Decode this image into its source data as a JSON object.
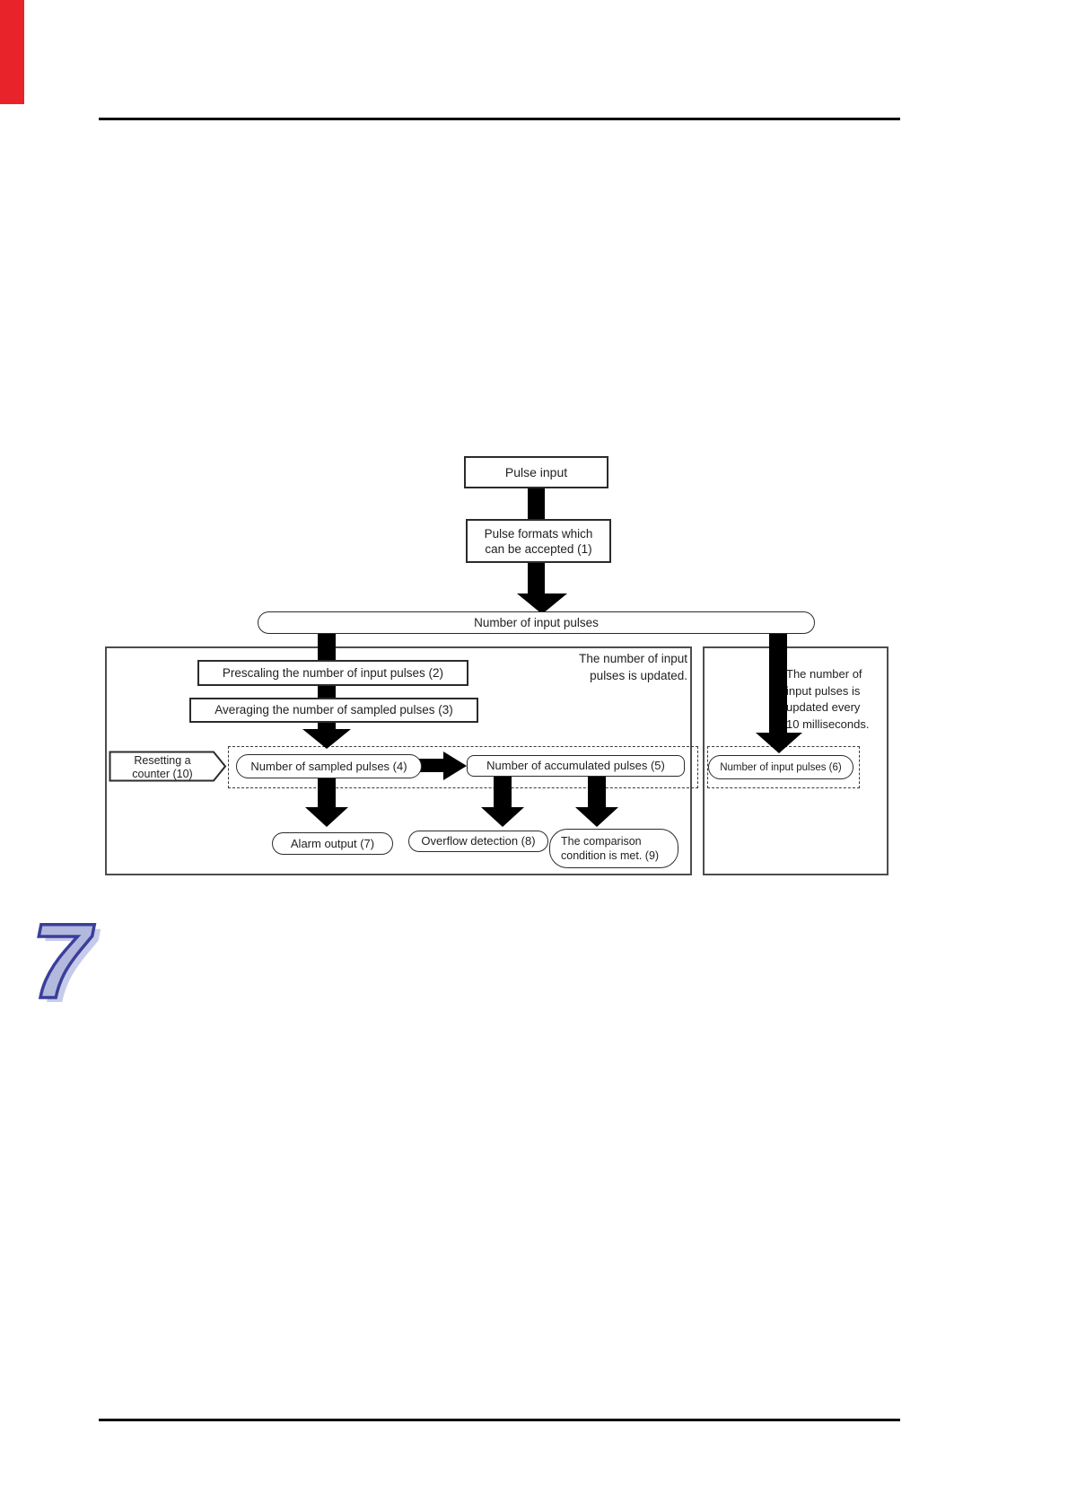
{
  "page": {
    "chapter_number": "7"
  },
  "flow": {
    "pulse_input": "Pulse input",
    "pulse_formats": {
      "l1": "Pulse formats which",
      "l2": "can be accepted (1)"
    },
    "input_pulses_bar": "Number of input pulses",
    "prescaling": "Prescaling the number of input pulses (2)",
    "averaging": "Averaging the number of sampled pulses (3)",
    "updated_note": {
      "l1": "The number of input",
      "l2": "pulses is updated."
    },
    "updated_10ms_note": {
      "l1": "The number of",
      "l2": "input pulses is",
      "l3": "updated every",
      "l4": "10 milliseconds."
    },
    "resetting_counter": {
      "l1": "Resetting a",
      "l2": "counter (10)"
    },
    "sampled_pulses": "Number of sampled pulses (4)",
    "accumulated_pulses": "Number of accumulated pulses (5)",
    "input_pulses_6": "Number of input pulses (6)",
    "alarm_output": "Alarm output (7)",
    "overflow_detection": "Overflow detection (8)",
    "comparison": {
      "l1": "The comparison",
      "l2": "condition is met. (9)"
    }
  },
  "colors": {
    "chapter_tab": "#e8232a",
    "chapter_numeral_fill": "#b3b9dc",
    "chapter_numeral_shadow": "#c7cbea",
    "chapter_numeral_outline": "#3a3f9b",
    "arrow": "#000000"
  }
}
